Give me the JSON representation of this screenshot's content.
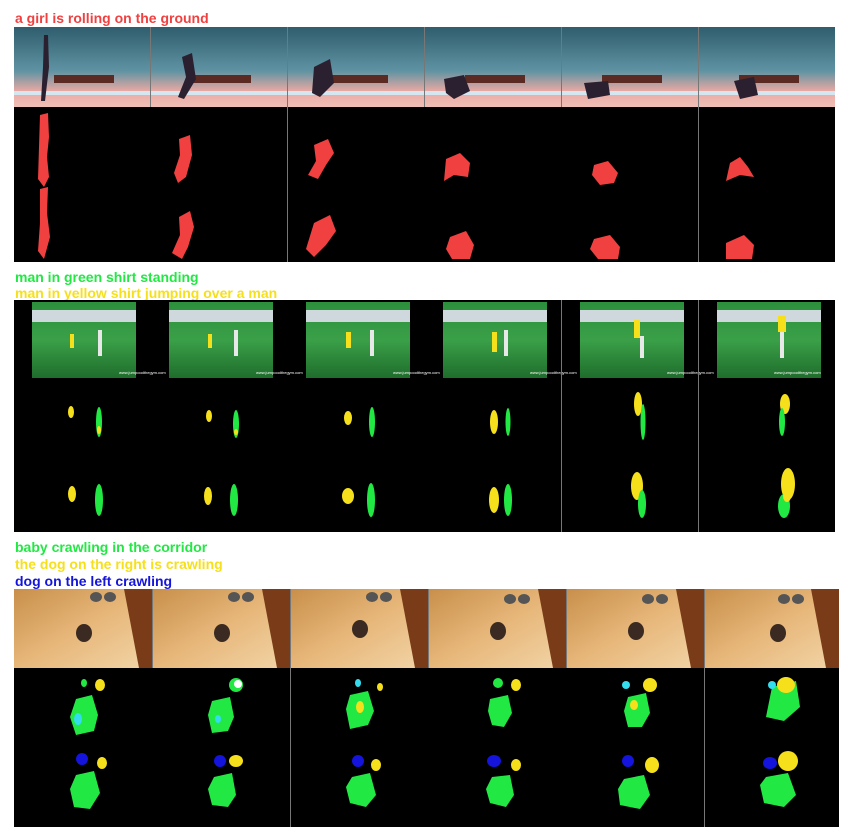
{
  "colors": {
    "red": "#f04040",
    "green": "#22e844",
    "yellow": "#f6e01c",
    "blue": "#1414dc",
    "cyan": "#33ddee"
  },
  "examples": [
    {
      "captions": [
        {
          "text": "a girl is rolling on the ground",
          "color": "#f04040"
        }
      ]
    },
    {
      "captions": [
        {
          "text": "man in green shirt standing",
          "color": "#22e844"
        },
        {
          "text": "man in yellow shirt jumping over a man",
          "color": "#f6e01c"
        }
      ],
      "watermark": "www.jumpoodthegym.com"
    },
    {
      "captions": [
        {
          "text": "baby crawling in the corridor",
          "color": "#22e844"
        },
        {
          "text": "the dog on the right is crawling",
          "color": "#f6e01c"
        },
        {
          "text": "dog on the left crawling",
          "color": "#1414dc"
        }
      ]
    }
  ]
}
